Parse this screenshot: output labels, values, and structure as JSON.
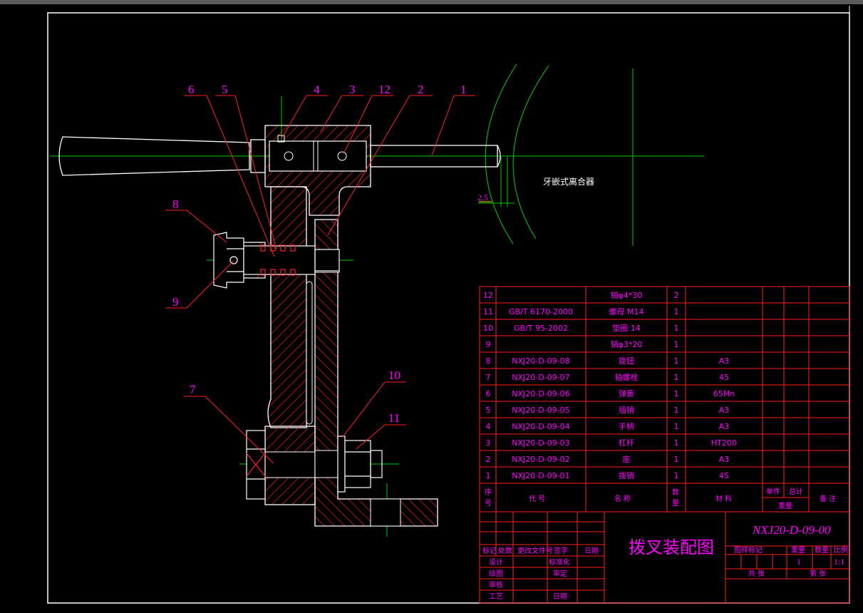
{
  "colors": {
    "background": "#000000",
    "frame": "#ffffff",
    "table_lines": "#ff0000",
    "text": "#ff00ff",
    "centerline": "#00cc00",
    "hatch": "#ff0000",
    "part_outline": "#ffffff"
  },
  "balloons": [
    "1",
    "2",
    "3",
    "4",
    "5",
    "6",
    "7",
    "8",
    "9",
    "10",
    "11",
    "12"
  ],
  "clutch_note": "牙嵌式离合器",
  "dimension_25": "2.5",
  "bom_rows": [
    {
      "no": "12",
      "code": "",
      "name": "销φ4*30",
      "qty": "2",
      "material": ""
    },
    {
      "no": "11",
      "code": "GB/T 6170-2000",
      "name": "螺母 M14",
      "qty": "1",
      "material": ""
    },
    {
      "no": "10",
      "code": "GB/T 95-2002",
      "name": "垫圈 14",
      "qty": "1",
      "material": ""
    },
    {
      "no": "9",
      "code": "",
      "name": "销φ3*20",
      "qty": "1",
      "material": ""
    },
    {
      "no": "8",
      "code": "NXJ20-D-09-08",
      "name": "旋钮",
      "qty": "1",
      "material": "A3"
    },
    {
      "no": "7",
      "code": "NXJ20-D-09-07",
      "name": "轴螺栓",
      "qty": "1",
      "material": "45"
    },
    {
      "no": "6",
      "code": "NXJ20-D-09-06",
      "name": "弹簧",
      "qty": "1",
      "material": "65Mn"
    },
    {
      "no": "5",
      "code": "NXJ20-D-09-05",
      "name": "插销",
      "qty": "1",
      "material": "A3"
    },
    {
      "no": "4",
      "code": "NXJ20-D-09-04",
      "name": "手柄",
      "qty": "1",
      "material": "A3"
    },
    {
      "no": "3",
      "code": "NXJ20-D-09-03",
      "name": "杠杆",
      "qty": "1",
      "material": "HT200"
    },
    {
      "no": "2",
      "code": "NXJ20-D-09-02",
      "name": "座",
      "qty": "1",
      "material": "A3"
    },
    {
      "no": "1",
      "code": "NXJ20-D-09-01",
      "name": "拨销",
      "qty": "1",
      "material": "45"
    }
  ],
  "bom_header": {
    "no": "序号",
    "code": "代 号",
    "name": "名 称",
    "qty": "数量",
    "material": "材 料",
    "unit": "单件",
    "total": "总计",
    "weight": "重量",
    "remark": "备 注"
  },
  "title_block": {
    "drawing_title": "拨叉装配图",
    "drawing_number": "NXJ20-D-09-00",
    "rev_headers": [
      "标记",
      "处数",
      "更改文件号",
      "签字",
      "日期"
    ],
    "roles": [
      "设计",
      "标准化",
      "绘图",
      "审定",
      "审核",
      "工艺",
      "日期"
    ],
    "stage_headers": [
      "图样标记",
      "重量",
      "数量",
      "比例"
    ],
    "quantity": "1",
    "scale": "1:1",
    "sheets_total": "共 张",
    "sheet_no": "第 张"
  }
}
